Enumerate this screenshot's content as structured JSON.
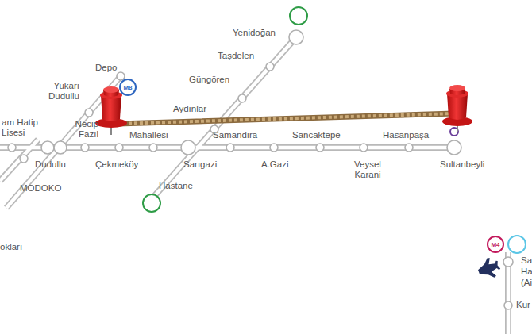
{
  "diagram": {
    "nodes": [
      {
        "text": [
          "M8"
        ]
      },
      {
        "text": [
          "M4"
        ]
      }
    ],
    "labels": [
      "Yenidoğan",
      "Taşdelen",
      "Güngören",
      "Depo",
      "Yukarı Dudullu",
      "Aydınlar",
      "am Hatip Lisesi",
      "Necip Fazıl",
      "Mahallesi",
      "Samandıra",
      "Sancaktepe",
      "Hasanpaşa",
      "Dudullu",
      "Çekmeköy",
      "Sarıgazi",
      "A.Gazi",
      "Veysel Karani",
      "Sultanbeyli",
      "MODOKO",
      "Hastane",
      "okları",
      "Sa",
      "Ha",
      "(Ai",
      "Kur"
    ]
  }
}
